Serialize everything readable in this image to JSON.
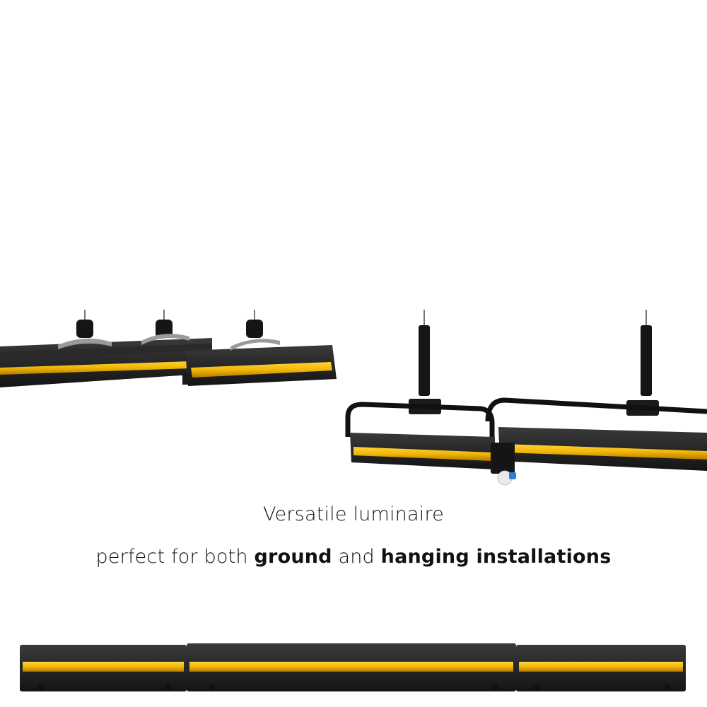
{
  "caption": {
    "line1": "Versatile luminaire",
    "line2_lead": "perfect for both ",
    "line2_bold1": "ground",
    "line2_mid": " and ",
    "line2_bold2": "hanging installations"
  },
  "colors": {
    "housing": "#1f1f1f",
    "housing_light": "#2b2b2b",
    "led": "#f2b705",
    "led_glow": "#ffd33d",
    "mount": "#111111",
    "clamp_metal": "#9a9a9a",
    "connector": "#2f7fd1"
  },
  "icons": {
    "ground_bar": "linear-luminaire-bar",
    "clamp": "truss-clamp-icon",
    "hanging_bar": "hanging-luminaire-bar",
    "connector": "cable-connector-icon"
  }
}
